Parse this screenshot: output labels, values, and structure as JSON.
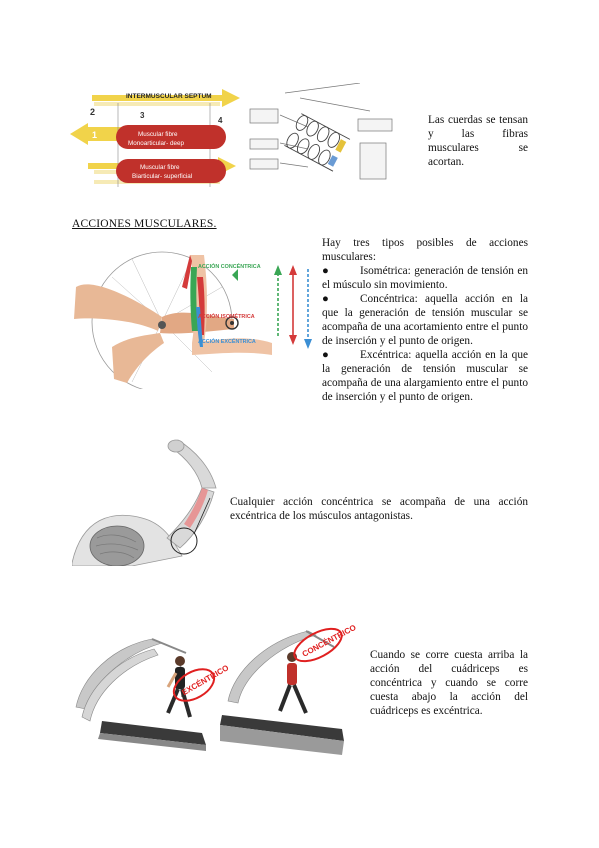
{
  "fig1": {
    "septum_label": "INTERMUSCULAR SEPTUM",
    "fibre_deep_line1": "Muscular fibre",
    "fibre_deep_line2": "Monoarticular- deep",
    "fibre_sup_line1": "Muscular fibre",
    "fibre_sup_line2": "Biarticular- superficial",
    "num1": "1",
    "num2": "2",
    "num3": "3",
    "num4": "4"
  },
  "text1": "Las cuerdas se tensan y las fibras musculares se acortan.",
  "section_heading": "ACCIONES MUSCULARES.",
  "fig2": {
    "label_concentric": "ACCIÓN CONCÉNTRICA",
    "label_isometric": "ACCIÓN ISOMÉTRICA",
    "label_eccentric": "ACCIÓN EXCÉNTRICA"
  },
  "actions": {
    "intro": "Hay tres tipos posibles de acciones musculares:",
    "bullet_symbol": "●",
    "items": [
      "Isométrica: generación de tensión en el músculo sin movimiento.",
      "Concéntrica: aquella acción en la que la generación de tensión muscular se acompaña de una acortamiento entre el punto de inserción y el punto de origen.",
      "Excéntrica: aquella acción en la que la generación de tensión muscular se acompaña de una alargamiento entre el punto de inserción y el punto de origen."
    ]
  },
  "text3": "Cualquier acción concéntrica se acompaña de una acción excéntrica de los músculos antagonistas.",
  "fig4": {
    "label_left": "EXCÉNTRICO",
    "label_right": "CONCÉNTRICO"
  },
  "text4": "Cuando se corre cuesta arriba la acción del cuádriceps es concéntrica y cuando se corre cuesta abajo la acción del cuádriceps es excéntrica.",
  "colors": {
    "muscle_red": "#c0312b",
    "septum_yellow": "#f1d34a",
    "concentric_green": "#3aa655",
    "isometric_red": "#d43a3a",
    "eccentric_blue": "#3b8fd4"
  }
}
